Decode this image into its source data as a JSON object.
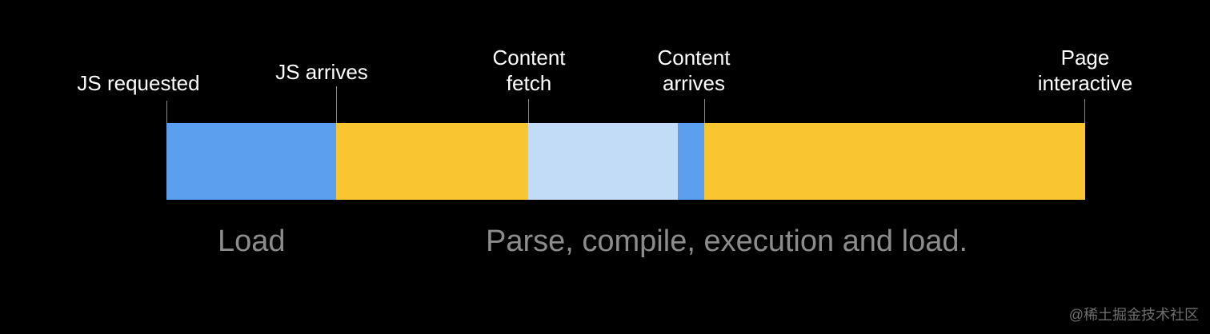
{
  "markers": [
    {
      "id": "js-requested",
      "text": "JS requested"
    },
    {
      "id": "js-arrives",
      "text": "JS arrives"
    },
    {
      "id": "content-fetch",
      "text": "Content\nfetch"
    },
    {
      "id": "content-arrives",
      "text": "Content\narrives"
    },
    {
      "id": "page-interactive",
      "text": "Page\ninteractive"
    }
  ],
  "segments": [
    {
      "id": "load",
      "color": "#5b9fef"
    },
    {
      "id": "js-parse",
      "color": "#f9c631"
    },
    {
      "id": "content-network",
      "color": "#c2dbf7"
    },
    {
      "id": "content-load",
      "color": "#5b9fef"
    },
    {
      "id": "content-parse",
      "color": "#f9c631"
    }
  ],
  "phases": {
    "load": {
      "text": "Load",
      "color": "#8c8c8c"
    },
    "parse": {
      "text": "Parse, compile, execution and load.",
      "color": "#8c8c8c"
    }
  },
  "watermark": "@稀土掘金技术社区"
}
